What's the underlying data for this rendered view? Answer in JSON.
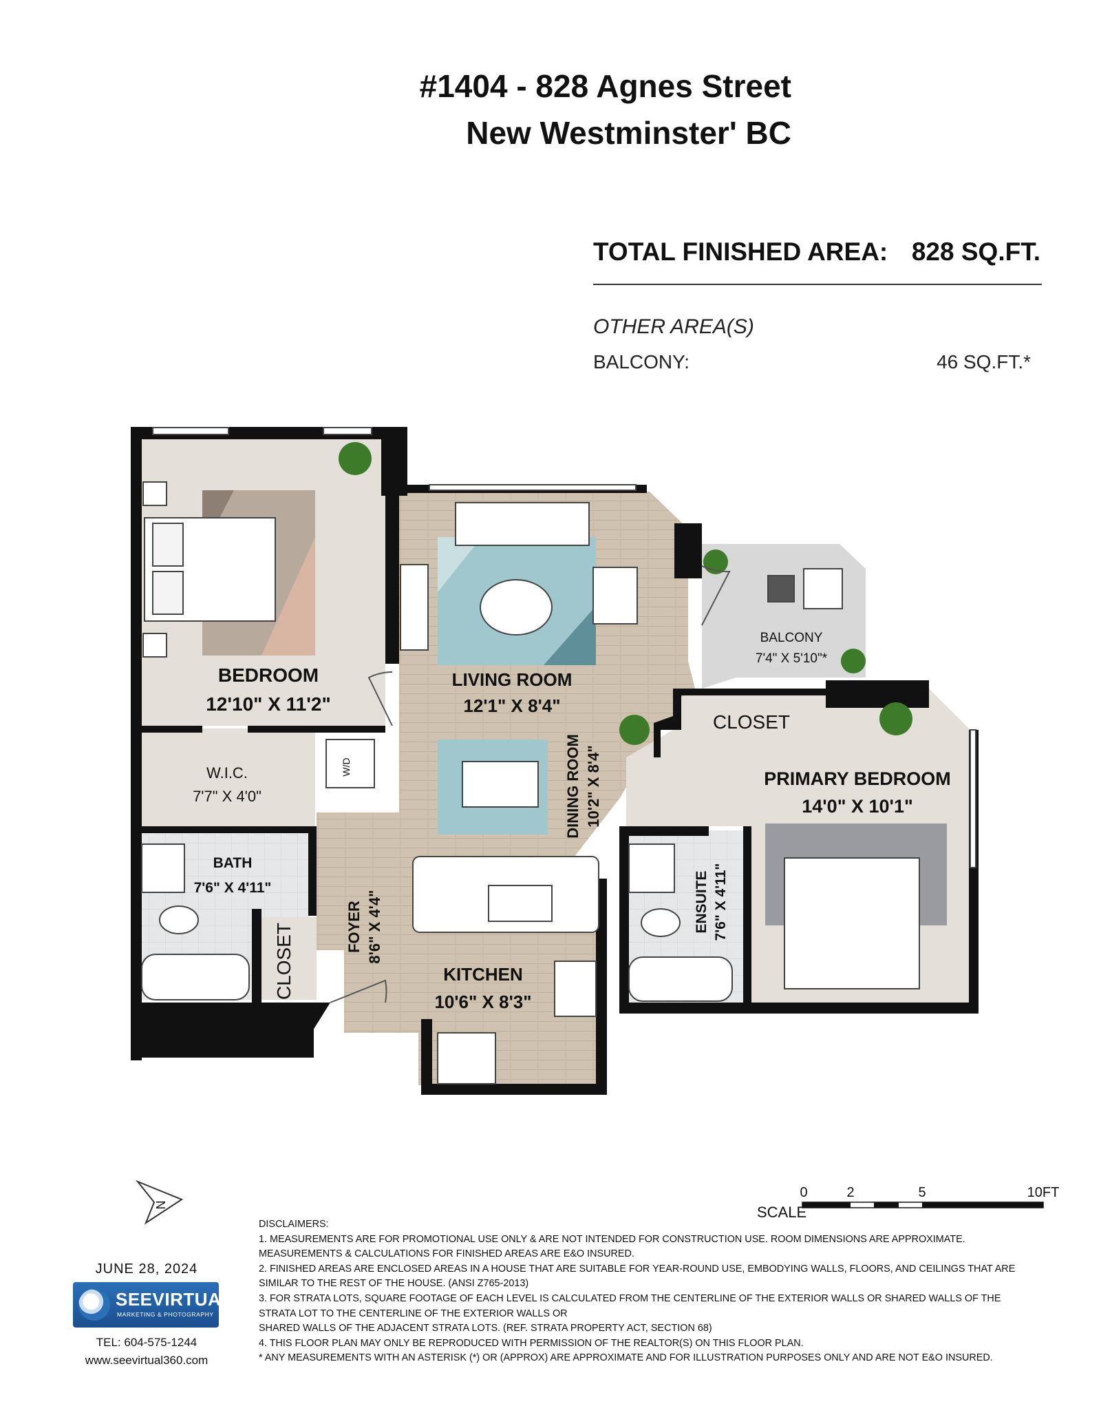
{
  "header": {
    "address_line1": "#1404 - 828 Agnes Street",
    "address_line2": "New Westminster' BC",
    "total_label": "TOTAL FINISHED AREA:",
    "total_value": "828 SQ.FT.",
    "other_heading": "OTHER AREA(S)",
    "balcony_label": "BALCONY:",
    "balcony_value": "46 SQ.FT.*"
  },
  "rooms": {
    "bedroom": {
      "name": "BEDROOM",
      "dims": "12'10\" X 11'2\""
    },
    "living": {
      "name": "LIVING ROOM",
      "dims": "12'1\" X 8'4\""
    },
    "balcony": {
      "name": "BALCONY",
      "dims": "7'4\" X 5'10\"*"
    },
    "closet_primary": {
      "name": "CLOSET"
    },
    "primary_bedroom": {
      "name": "PRIMARY BEDROOM",
      "dims": "14'0\" X 10'1\""
    },
    "wic": {
      "name": "W.I.C.",
      "dims": "7'7\" X 4'0\""
    },
    "wd": {
      "name": "W/D"
    },
    "dining": {
      "name": "DINING ROOM",
      "dims": "10'2\" X 8'4\""
    },
    "bath": {
      "name": "BATH",
      "dims": "7'6\" X 4'11\""
    },
    "ensuite": {
      "name": "ENSUITE",
      "dims": "7'6\" X 4'11\""
    },
    "foyer": {
      "name": "FOYER",
      "dims": "8'6\" X 4'4\""
    },
    "closet_foyer": {
      "name": "CLOSET"
    },
    "kitchen": {
      "name": "KITCHEN",
      "dims": "10'6\" X 8'3\""
    }
  },
  "north_label": "N",
  "scale": {
    "label": "SCALE",
    "ticks": [
      "0",
      "2",
      "5",
      "10FT"
    ]
  },
  "disclaimers": [
    "DISCLAIMERS:",
    "1. MEASUREMENTS ARE FOR PROMOTIONAL USE ONLY & ARE NOT INTENDED FOR CONSTRUCTION USE. ROOM DIMENSIONS ARE APPROXIMATE.",
    "MEASUREMENTS & CALCULATIONS FOR FINISHED AREAS ARE E&O INSURED.",
    "2. FINISHED AREAS ARE ENCLOSED AREAS IN A HOUSE THAT ARE SUITABLE FOR YEAR-ROUND USE, EMBODYING WALLS, FLOORS, AND CEILINGS THAT ARE",
    "SIMILAR TO THE REST OF THE HOUSE. (ANSI Z765-2013)",
    "3. FOR STRATA LOTS, SQUARE FOOTAGE OF EACH LEVEL IS CALCULATED FROM THE CENTERLINE OF THE EXTERIOR WALLS OR SHARED WALLS OF THE",
    "STRATA LOT TO THE CENTERLINE OF THE EXTERIOR WALLS OR",
    "SHARED WALLS OF THE ADJACENT STRATA LOTS. (REF. STRATA PROPERTY ACT, SECTION 68)",
    "4. THIS FLOOR PLAN MAY ONLY BE REPRODUCED WITH PERMISSION OF THE REALTOR(S) ON THIS FLOOR PLAN.",
    "* ANY MEASUREMENTS WITH AN ASTERISK (*) OR (APPROX) ARE APPROXIMATE AND FOR ILLUSTRATION PURPOSES ONLY AND ARE NOT E&O INSURED."
  ],
  "footer": {
    "date": "JUNE 28, 2024",
    "logo_name": "SEEVIRTUAL",
    "logo_sub": "MARKETING & PHOTOGRAPHY",
    "tel": "TEL: 604-575-1244",
    "web": "www.seevirtual360.com"
  },
  "colors": {
    "wall": "#111111",
    "wood_floor": "#cfc2b0",
    "carpet": "#e4e0d9",
    "tile": "#e6e7e9",
    "balcony": "#d8d8d8",
    "brand": "#2b70b7"
  }
}
